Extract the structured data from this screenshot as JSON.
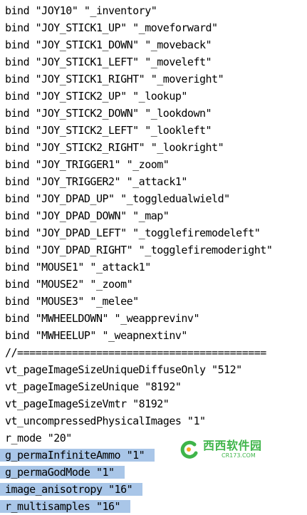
{
  "editor": {
    "lines": [
      {
        "text": "bind \"JOY10\" \"_inventory\"",
        "selected": false
      },
      {
        "text": "bind \"JOY_STICK1_UP\" \"_moveforward\"",
        "selected": false
      },
      {
        "text": "bind \"JOY_STICK1_DOWN\" \"_moveback\"",
        "selected": false
      },
      {
        "text": "bind \"JOY_STICK1_LEFT\" \"_moveleft\"",
        "selected": false
      },
      {
        "text": "bind \"JOY_STICK1_RIGHT\" \"_moveright\"",
        "selected": false
      },
      {
        "text": "bind \"JOY_STICK2_UP\" \"_lookup\"",
        "selected": false
      },
      {
        "text": "bind \"JOY_STICK2_DOWN\" \"_lookdown\"",
        "selected": false
      },
      {
        "text": "bind \"JOY_STICK2_LEFT\" \"_lookleft\"",
        "selected": false
      },
      {
        "text": "bind \"JOY_STICK2_RIGHT\" \"_lookright\"",
        "selected": false
      },
      {
        "text": "bind \"JOY_TRIGGER1\" \"_zoom\"",
        "selected": false
      },
      {
        "text": "bind \"JOY_TRIGGER2\" \"_attack1\"",
        "selected": false
      },
      {
        "text": "bind \"JOY_DPAD_UP\" \"_toggledualwield\"",
        "selected": false
      },
      {
        "text": "bind \"JOY_DPAD_DOWN\" \"_map\"",
        "selected": false
      },
      {
        "text": "bind \"JOY_DPAD_LEFT\" \"_togglefiremodeleft\"",
        "selected": false
      },
      {
        "text": "bind \"JOY_DPAD_RIGHT\" \"_togglefiremoderight\"",
        "selected": false
      },
      {
        "text": "bind \"MOUSE1\" \"_attack1\"",
        "selected": false
      },
      {
        "text": "bind \"MOUSE2\" \"_zoom\"",
        "selected": false
      },
      {
        "text": "bind \"MOUSE3\" \"_melee\"",
        "selected": false
      },
      {
        "text": "bind \"MWHEELDOWN\" \"_weapprevinv\"",
        "selected": false
      },
      {
        "text": "bind \"MWHEELUP\" \"_weapnextinv\"",
        "selected": false
      },
      {
        "text": "//=========================================",
        "selected": false
      },
      {
        "text": "vt_pageImageSizeUniqueDiffuseOnly \"512\"",
        "selected": false
      },
      {
        "text": "vt_pageImageSizeUnique \"8192\"",
        "selected": false
      },
      {
        "text": "vt_pageImageSizeVmtr \"8192\"",
        "selected": false
      },
      {
        "text": "vt_uncompressedPhysicalImages \"1\"",
        "selected": false
      },
      {
        "text": "r_mode \"20\"",
        "selected": false
      },
      {
        "text": "g_permaInfiniteAmmo \"1\"",
        "selected": true
      },
      {
        "text": "g_permaGodMode \"1\"",
        "selected": true
      },
      {
        "text": "image_anisotropy \"16\"",
        "selected": true
      },
      {
        "text": "r_multisamples \"16\"",
        "selected": true
      }
    ]
  },
  "watermark": {
    "name": "西西软件园",
    "domain": "CR173.COM",
    "color": "#3fb54a"
  },
  "colors": {
    "selection": "#a9c6e8",
    "text": "#000000",
    "background": "#ffffff"
  }
}
